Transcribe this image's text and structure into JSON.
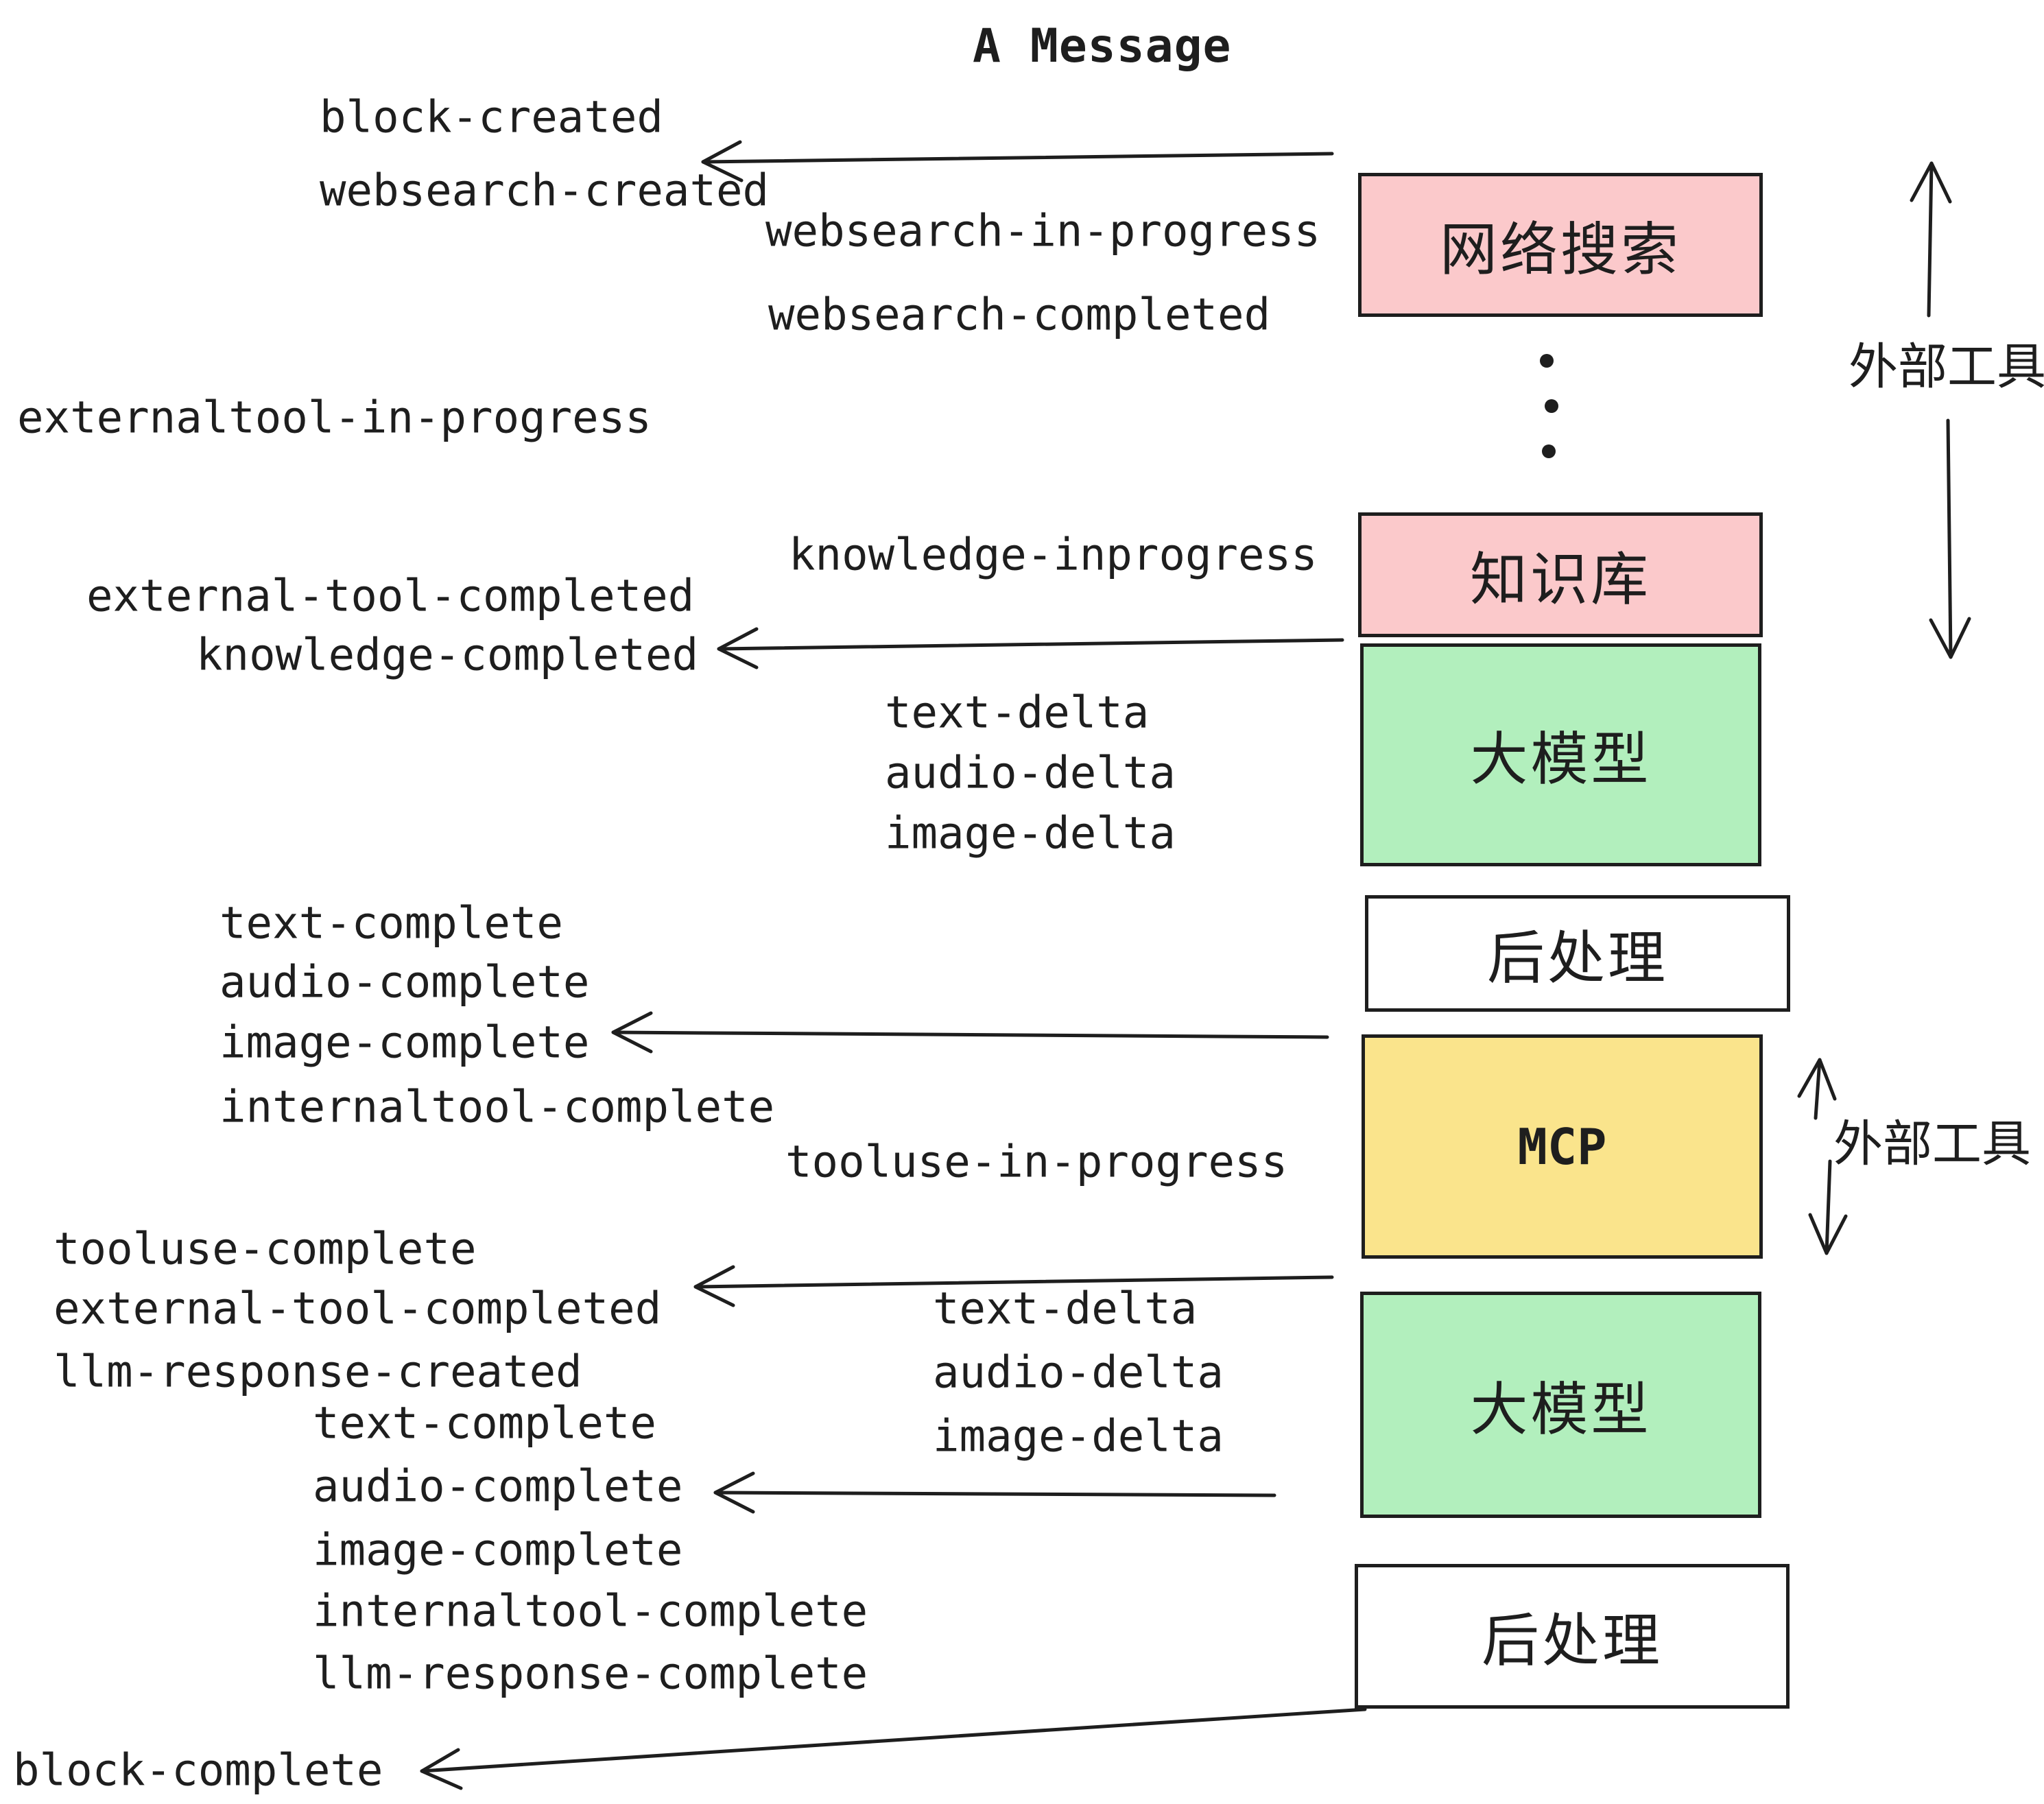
{
  "title": "A Message",
  "palette": {
    "pink": "#fbc9cb",
    "green": "#b2efbd",
    "yellow": "#fae48c",
    "white": "#ffffff",
    "ink": "#1e1e1e"
  },
  "boxes": [
    {
      "id": "websearch",
      "label": "网络搜索",
      "color": "pink"
    },
    {
      "id": "knowledge",
      "label": "知识库",
      "color": "pink"
    },
    {
      "id": "llm-1",
      "label": "大模型",
      "color": "green"
    },
    {
      "id": "postprocess-1",
      "label": "后处理",
      "color": "white"
    },
    {
      "id": "mcp",
      "label": "MCP",
      "color": "yellow"
    },
    {
      "id": "llm-2",
      "label": "大模型",
      "color": "green"
    },
    {
      "id": "postprocess-2",
      "label": "后处理",
      "color": "white"
    }
  ],
  "side_annotations": [
    {
      "id": "external-tools-1",
      "label": "外部工具"
    },
    {
      "id": "external-tools-2",
      "label": "外部工具"
    }
  ],
  "events": [
    {
      "text": "block-created"
    },
    {
      "text": "websearch-created"
    },
    {
      "text": "websearch-in-progress"
    },
    {
      "text": "websearch-completed"
    },
    {
      "text": "externaltool-in-progress"
    },
    {
      "text": "knowledge-inprogress"
    },
    {
      "text": "external-tool-completed"
    },
    {
      "text": "knowledge-completed"
    },
    {
      "text": "text-delta"
    },
    {
      "text": "audio-delta"
    },
    {
      "text": "image-delta"
    },
    {
      "text": "text-complete"
    },
    {
      "text": "audio-complete"
    },
    {
      "text": "image-complete"
    },
    {
      "text": "internaltool-complete"
    },
    {
      "text": "tooluse-in-progress"
    },
    {
      "text": "tooluse-complete"
    },
    {
      "text": "external-tool-completed"
    },
    {
      "text": "llm-response-created"
    },
    {
      "text": "text-delta"
    },
    {
      "text": "audio-delta"
    },
    {
      "text": "image-delta"
    },
    {
      "text": "text-complete"
    },
    {
      "text": "audio-complete"
    },
    {
      "text": "image-complete"
    },
    {
      "text": "internaltool-complete"
    },
    {
      "text": "llm-response-complete"
    },
    {
      "text": "block-complete"
    }
  ]
}
